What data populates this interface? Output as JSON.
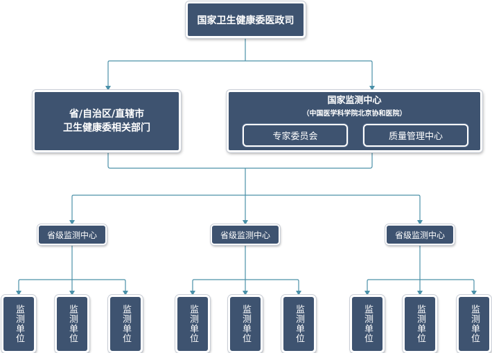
{
  "top": {
    "label": "国家卫生健康委医政司"
  },
  "provincial_dept": {
    "line1": "省/自治区/直辖市",
    "line2": "卫生健康委相关部门"
  },
  "national_center": {
    "title": "国家监测中心",
    "subtitle": "（中国医学科学院北京协和医院）",
    "expert_committee": "专家委员会",
    "quality_center": "质量管理中心"
  },
  "provincial_centers": [
    {
      "label": "省级监测中心"
    },
    {
      "label": "省级监测中心"
    },
    {
      "label": "省级监测中心"
    }
  ],
  "monitoring_unit_label": "监测单位",
  "colors": {
    "node_fill": "#3e5370",
    "connector": "#4a90a8",
    "text": "#ffffff"
  }
}
